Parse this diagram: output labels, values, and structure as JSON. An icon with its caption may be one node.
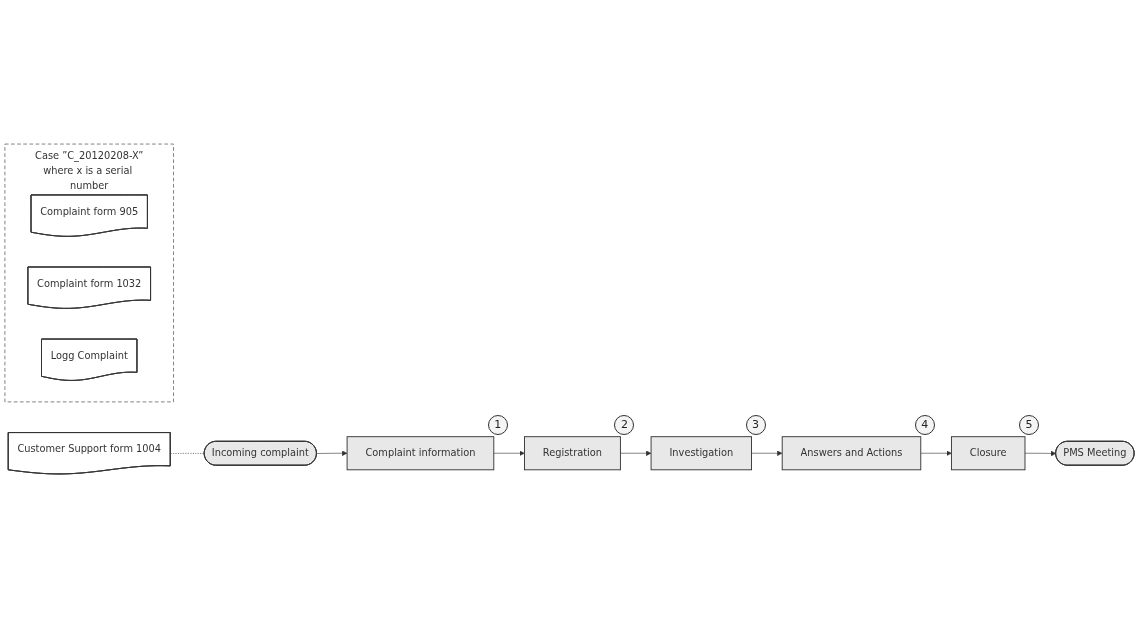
{
  "diagram": {
    "nodes": [
      {
        "text": [
          "Customer Support form 1004"
        ]
      },
      {
        "text": [
          "Incoming complaint"
        ]
      },
      {
        "text": [
          "Complaint information"
        ],
        "beside": [
          "1"
        ]
      },
      {
        "text": [
          "Registration"
        ],
        "beside": [
          "2"
        ]
      },
      {
        "text": [
          "Investigation"
        ],
        "beside": [
          "3"
        ]
      },
      {
        "text": [
          "Answers and Actions"
        ],
        "beside": [
          "4"
        ]
      },
      {
        "text": [
          "Closure"
        ],
        "beside": [
          "5"
        ]
      },
      {
        "text": [
          "PMS Meeting"
        ]
      },
      {
        "text": [
          "Case ”C_20120208-X”",
          "where x is a serial number"
        ]
      },
      {
        "text": [
          "Complaint form 905"
        ],
        "in": 8
      },
      {
        "text": [
          "Complaint form 1032"
        ],
        "in": 8
      },
      {
        "text": [
          "Logg Complaint"
        ],
        "in": 8
      }
    ],
    "edges": [
      {
        "from": 0,
        "to": 1,
        "arrow": "none",
        "style": "dashed"
      },
      {
        "from": 1,
        "to": 2,
        "arrow": "to"
      },
      {
        "from": 2,
        "to": 3,
        "arrow": "to"
      },
      {
        "from": 3,
        "to": 4,
        "arrow": "to"
      },
      {
        "from": 4,
        "to": 5,
        "arrow": "to"
      },
      {
        "from": 5,
        "to": 6,
        "arrow": "to"
      },
      {
        "from": 6,
        "to": 7,
        "arrow": "to"
      }
    ]
  }
}
